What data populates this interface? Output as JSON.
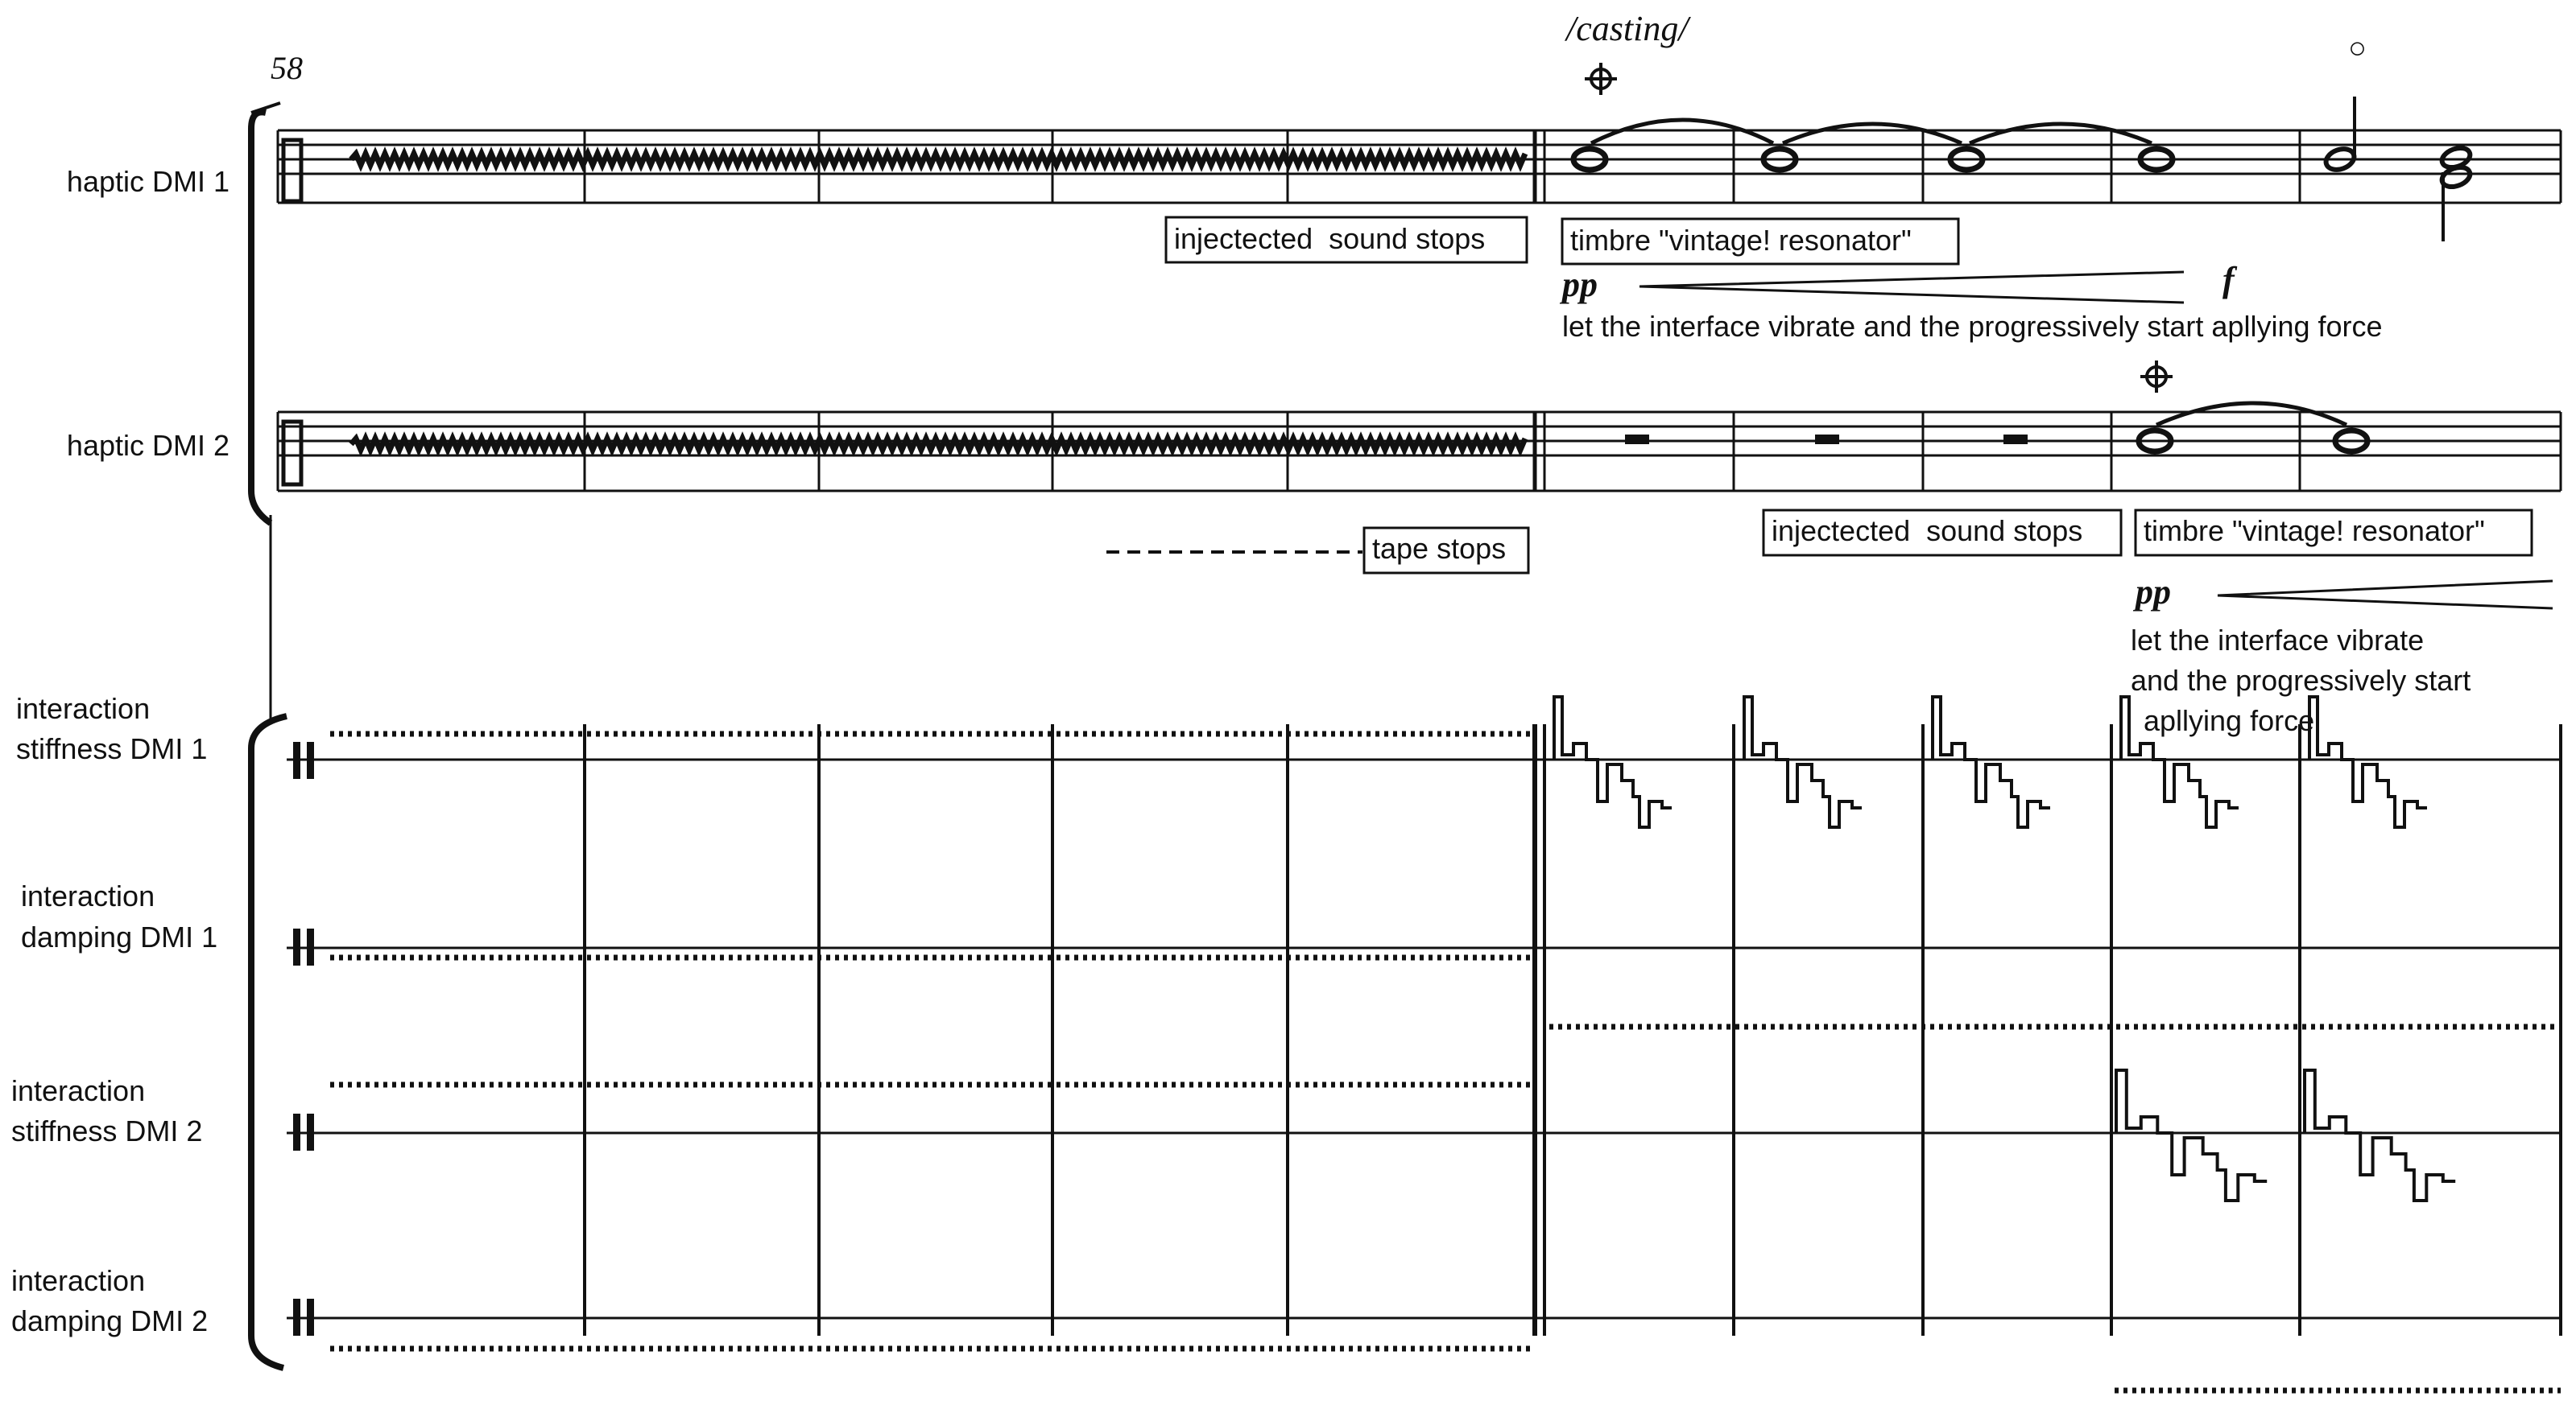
{
  "score": {
    "measure_number": "58",
    "section_marking": "/casting/",
    "staves": [
      {
        "id": "hdmi1",
        "label": "haptic DMI 1"
      },
      {
        "id": "hdmi2",
        "label": "haptic DMI 2"
      },
      {
        "id": "is1",
        "label_line1": "interaction",
        "label_line2": "stiffness DMI 1"
      },
      {
        "id": "id1",
        "label_line1": "interaction",
        "label_line2": "damping DMI 1"
      },
      {
        "id": "is2",
        "label_line1": "interaction",
        "label_line2": "stiffness DMI 2"
      },
      {
        "id": "id2",
        "label_line1": "interaction",
        "label_line2": "damping DMI 2"
      }
    ],
    "annotations": {
      "dmi1_sound_stops": "injectected  sound stops",
      "dmi1_timbre": "timbre \"vintage! resonator\"",
      "dmi1_dyn_start": "pp",
      "dmi1_dyn_end": "f",
      "dmi1_instruction": "let the interface vibrate and the progressively start apllying force",
      "dmi2_tape_stops": "tape stops",
      "dmi2_sound_stops": "injectected  sound stops",
      "dmi2_timbre": "timbre \"vintage! resonator\"",
      "dmi2_dyn_start": "pp",
      "dmi2_instruction_line1": "let the interface vibrate",
      "dmi2_instruction_line2": "and the progressively start",
      "dmi2_instruction_line3": "apllying force"
    },
    "symbols": {
      "harmonic_circle": "○",
      "crosshair_icon": "crosshair-target-icon"
    }
  }
}
